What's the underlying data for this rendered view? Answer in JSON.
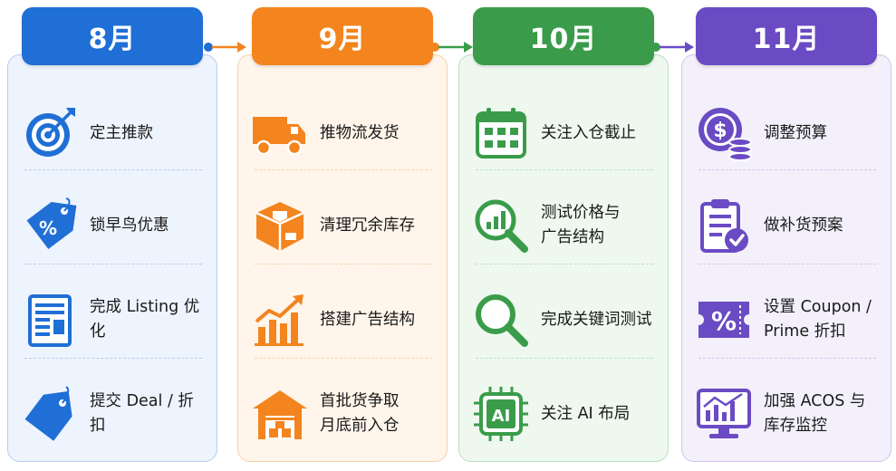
{
  "months": [
    {
      "label": "8月",
      "color": "#1f6fd6",
      "bg": "#eef4fd",
      "border": "#b7cdee",
      "items": [
        {
          "icon": "target-icon",
          "text": "定主推款"
        },
        {
          "icon": "discount-tag-icon",
          "text": "锁早鸟优惠"
        },
        {
          "icon": "listing-document-icon",
          "text": "完成 Listing 优化"
        },
        {
          "icon": "deal-tag-icon",
          "text": "提交 Deal / 折扣"
        }
      ]
    },
    {
      "label": "9月",
      "color": "#f3841e",
      "bg": "#fff5ea",
      "border": "#f4d2ac",
      "items": [
        {
          "icon": "delivery-truck-icon",
          "text": "推物流发货"
        },
        {
          "icon": "inventory-box-icon",
          "text": "清理冗余库存"
        },
        {
          "icon": "growth-chart-icon",
          "text": "搭建广告结构"
        },
        {
          "icon": "warehouse-icon",
          "text": "首批货争取\n月底前入仓"
        }
      ]
    },
    {
      "label": "10月",
      "color": "#3a9c4a",
      "bg": "#eef8ef",
      "border": "#b9dfbf",
      "items": [
        {
          "icon": "calendar-icon",
          "text": "关注入仓截止"
        },
        {
          "icon": "analytics-magnifier-icon",
          "text": "测试价格与\n广告结构"
        },
        {
          "icon": "search-icon",
          "text": "完成关键词测试"
        },
        {
          "icon": "ai-chip-icon",
          "text": "关注 AI 布局"
        }
      ]
    },
    {
      "label": "11月",
      "color": "#6a4bc4",
      "bg": "#f3f0fb",
      "border": "#cfc4ec",
      "items": [
        {
          "icon": "budget-coin-icon",
          "text": "调整预算"
        },
        {
          "icon": "clipboard-check-icon",
          "text": "做补货预案"
        },
        {
          "icon": "coupon-percent-icon",
          "text": "设置 Coupon /\nPrime 折扣"
        },
        {
          "icon": "monitor-chart-icon",
          "text": "加强 ACOS 与\n库存监控"
        }
      ]
    }
  ]
}
